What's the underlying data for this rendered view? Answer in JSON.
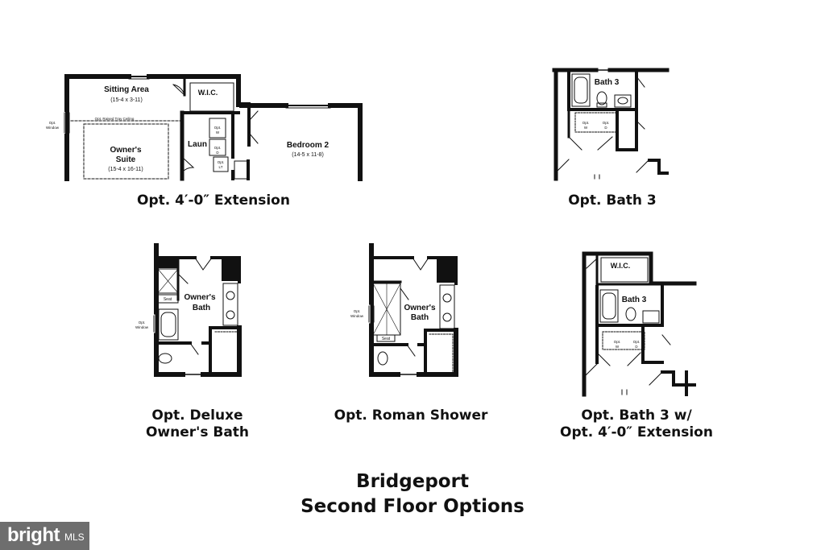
{
  "captions": {
    "ext": "Opt. 4′-0″ Extension",
    "bath3": "Opt. Bath 3",
    "deluxe_l1": "Opt. Deluxe",
    "deluxe_l2": "Owner's Bath",
    "roman": "Opt. Roman Shower",
    "bath3ext_l1": "Opt. Bath 3 w/",
    "bath3ext_l2": "Opt. 4′-0″ Extension"
  },
  "title": {
    "line1": "Bridgeport",
    "line2": "Second Floor Options"
  },
  "rooms": {
    "sitting": {
      "name": "Sitting Area",
      "dim": "(15-4 x 3-11)"
    },
    "wic": "W.I.C.",
    "tray": "Opt. Raised Tray Ceiling",
    "window": [
      "Opt.",
      "Window"
    ],
    "owner_suite": {
      "l1": "Owner's",
      "l2": "Suite",
      "dim": "(15-4 x 16-11)"
    },
    "laun": "Laun",
    "optw": [
      "Opt.",
      "W"
    ],
    "optd": [
      "Opt.",
      "D"
    ],
    "optlt": [
      "Opt.",
      "LT"
    ],
    "bed2": {
      "name": "Bedroom 2",
      "dim": "(14-5 x 11-8)"
    },
    "bath3": "Bath 3",
    "owners_bath": [
      "Owner's",
      "Bath"
    ],
    "seat": "Seat"
  },
  "badge": {
    "brand": "bright",
    "suffix": "MLS"
  }
}
